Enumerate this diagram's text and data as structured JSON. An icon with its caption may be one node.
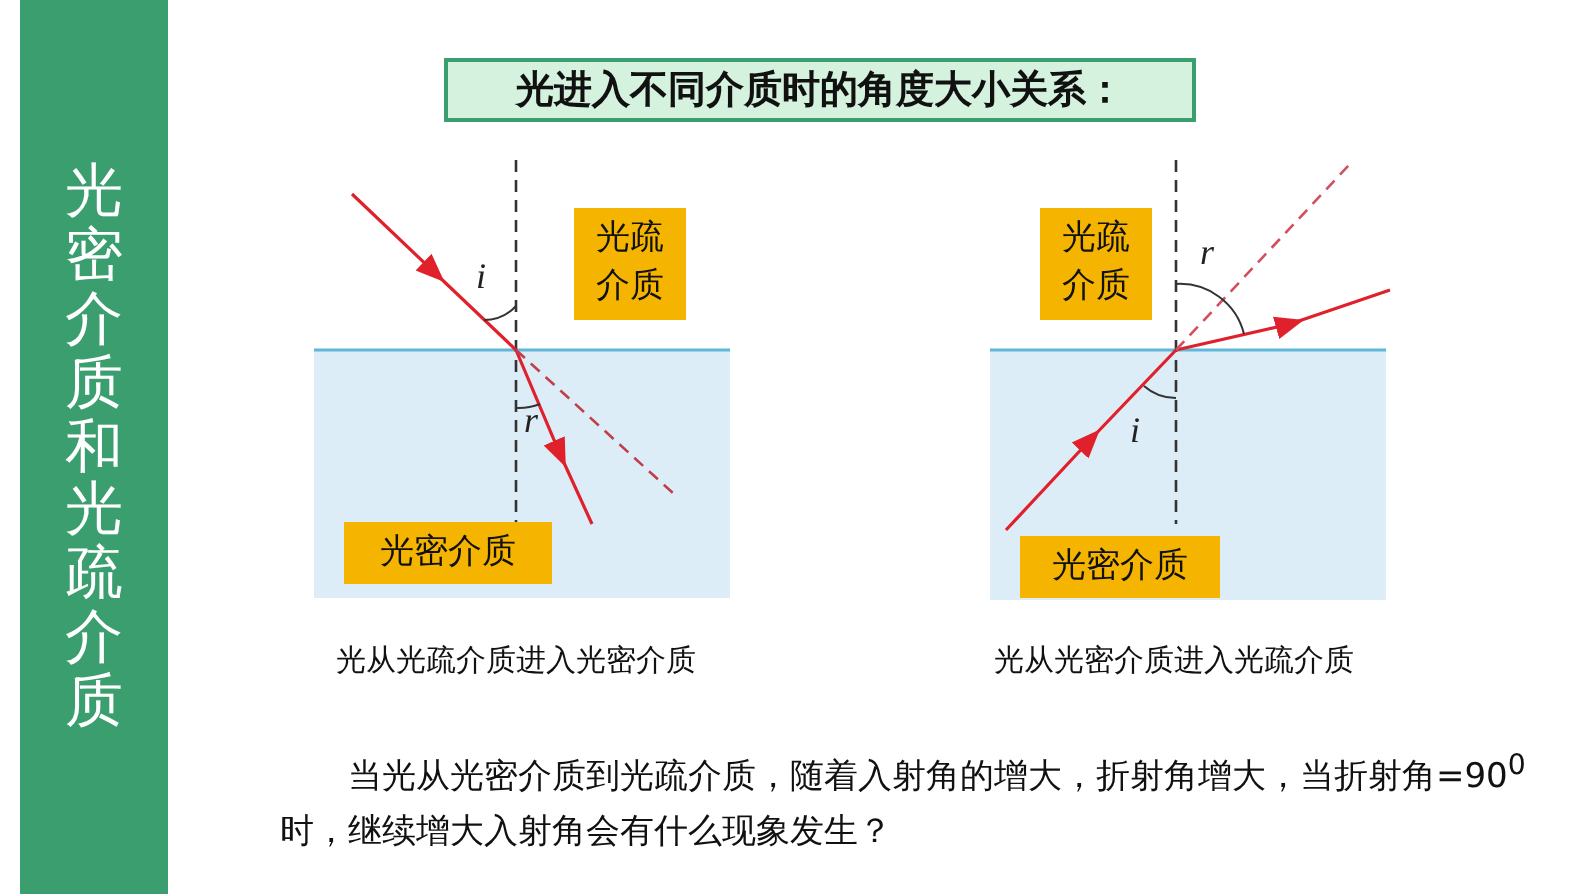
{
  "diagram": {
    "title": "光进入不同介质时的角度大小关系：",
    "nodes": [
      {
        "text": [
          "光密介质和光疏介质"
        ]
      },
      {
        "text": [
          "光疏介质"
        ]
      },
      {
        "text": [
          "光密介质"
        ]
      },
      {
        "text": [
          "光疏介质"
        ]
      },
      {
        "text": [
          "光密介质"
        ]
      }
    ],
    "labels": [
      "i",
      "r",
      "r",
      "i",
      "光从光疏介质进入光密介质",
      "光从光密介质进入光疏介质",
      "当光从光密介质到光疏介质，随着入射角的增大，折射角增大，当折射角=90$^{0}$时，继续增大入射角会有什么现象发生？"
    ]
  }
}
